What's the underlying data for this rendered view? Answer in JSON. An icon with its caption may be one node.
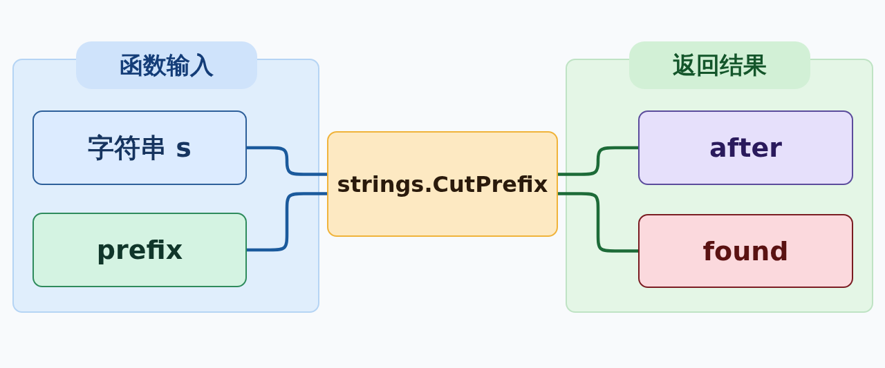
{
  "diagram": {
    "nodes": [
      {
        "text": [
          "函数输入"
        ]
      },
      {
        "text": [
          "字符串 s"
        ],
        "in": 0
      },
      {
        "text": [
          "prefix"
        ],
        "in": 0
      },
      {
        "text": [
          "strings.CutPrefix"
        ]
      },
      {
        "text": [
          "返回结果"
        ]
      },
      {
        "text": [
          "after"
        ],
        "in": 4
      },
      {
        "text": [
          "found"
        ],
        "in": 4
      }
    ],
    "edges": [
      {
        "from": 1,
        "to": 3,
        "arrow": "none",
        "color": "#1b5a9c"
      },
      {
        "from": 2,
        "to": 3,
        "arrow": "none",
        "color": "#1b5a9c"
      },
      {
        "from": 3,
        "to": 5,
        "arrow": "none",
        "color": "#1d6b38"
      },
      {
        "from": 3,
        "to": 6,
        "arrow": "none",
        "color": "#1d6b38"
      }
    ]
  }
}
